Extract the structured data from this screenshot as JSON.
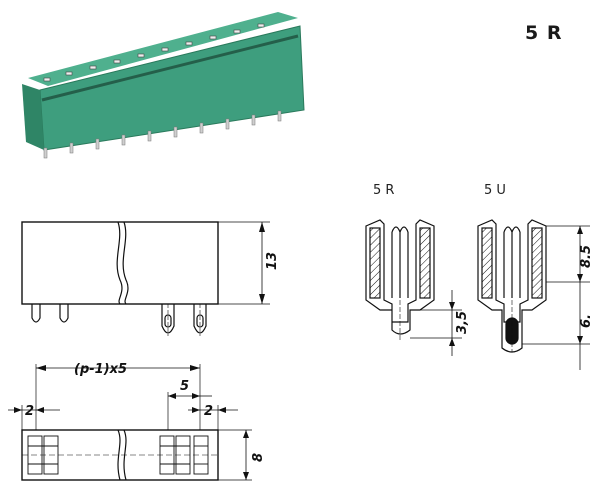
{
  "header": {
    "title": "5 R"
  },
  "variants": {
    "left": "5 R",
    "right": "5 U"
  },
  "dimensions": {
    "height_13": "13",
    "pitch": "(p-1)x5",
    "pin_pitch": "5",
    "left_margin": "2",
    "right_margin": "2",
    "depth": "8",
    "pin_5r": "3,5",
    "body_5u": "8,5",
    "pin_5u": "6."
  },
  "colors": {
    "housing": "#3e9e7e",
    "housing_dark": "#2a7a5c",
    "line": "#111111",
    "pins": "#c8c8c8"
  }
}
